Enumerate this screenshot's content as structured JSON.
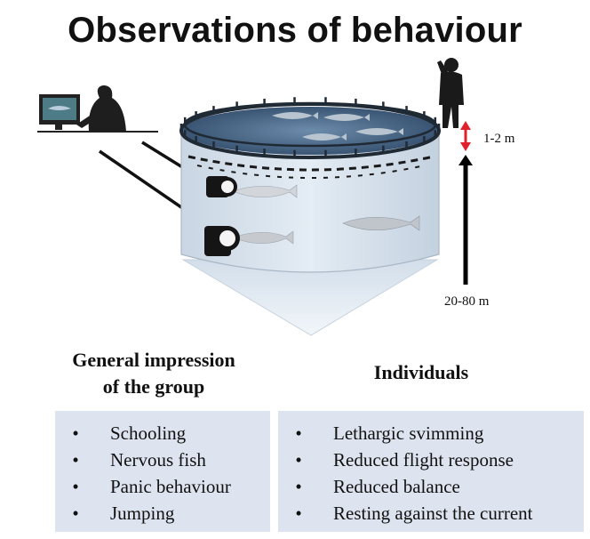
{
  "title": "Observations of behaviour",
  "depth_labels": {
    "surface": "1-2 m",
    "total": "20-80 m"
  },
  "general": {
    "heading_line1": "General impression",
    "heading_line2": "of the group",
    "items": [
      "Schooling",
      "Nervous fish",
      "Panic behaviour",
      "Jumping"
    ]
  },
  "individuals": {
    "heading": "Individuals",
    "items": [
      "Lethargic svimming",
      "Reduced flight response",
      "Reduced balance",
      "Resting against the current"
    ]
  },
  "bullet": "•",
  "colors": {
    "box_fill": "#dde3ef",
    "arrow_red": "#e0202a",
    "arrow_black": "#000000",
    "water": "#3a5878"
  }
}
